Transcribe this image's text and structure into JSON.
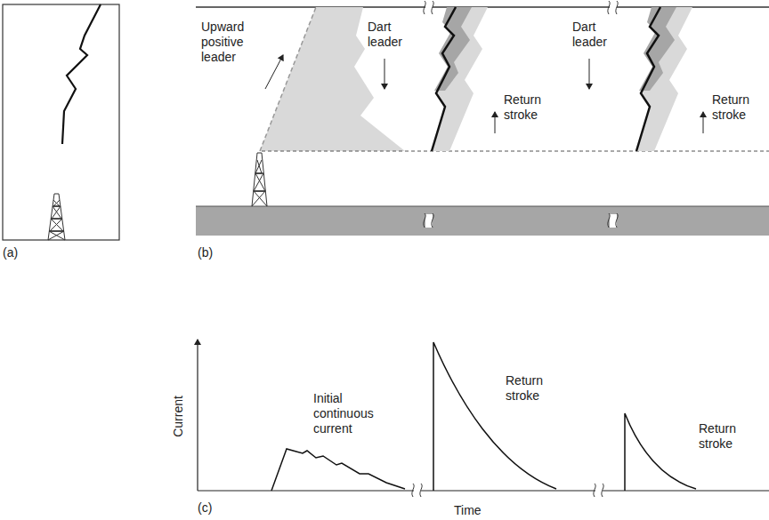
{
  "diagram": {
    "labels": [
      "(a)",
      "Upward positive leader",
      "Dart leader",
      "Return stroke",
      "Dart leader",
      "Return stroke",
      "(b)",
      "Current",
      "Initial continuous current",
      "Return stroke",
      "Return stroke",
      "(c)",
      "Time"
    ]
  }
}
